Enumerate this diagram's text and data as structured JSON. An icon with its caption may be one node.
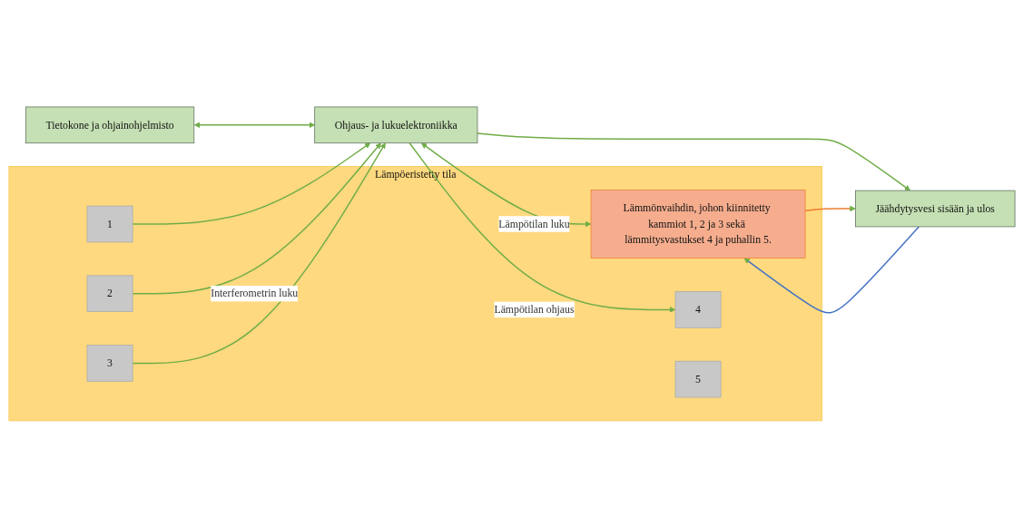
{
  "diagram": {
    "nodes": [
      {
        "text": [
          "Tietokone ja ohjainohjelmisto"
        ]
      },
      {
        "text": [
          "Ohjaus- ja lukuelektroniikka"
        ]
      },
      {
        "text": [
          "Lämpöeristetty tila"
        ]
      },
      {
        "text": [
          "1"
        ],
        "in": 2
      },
      {
        "text": [
          "2"
        ],
        "in": 2
      },
      {
        "text": [
          "3"
        ],
        "in": 2
      },
      {
        "text": [
          "Lämmönvaihdin, johon kiinnitetty kammiot 1, 2 ja 3 sekä lämmitysvastukset 4 ja puhallin 5."
        ],
        "in": 2
      },
      {
        "text": [
          "4"
        ],
        "in": 2
      },
      {
        "text": [
          "5"
        ],
        "in": 2
      },
      {
        "text": [
          "Jäähdytysvesi sisään ja ulos"
        ]
      }
    ],
    "edges": [
      {
        "from": 0,
        "to": 1,
        "arrow": "both"
      },
      {
        "from": 3,
        "to": 1,
        "arrow": "to"
      },
      {
        "from": 4,
        "to": 1,
        "arrow": "to",
        "label": "Interferometrin luku"
      },
      {
        "from": 5,
        "to": 1,
        "arrow": "to"
      },
      {
        "from": 1,
        "to": 6,
        "arrow": "both",
        "label": "Lämpötilan luku"
      },
      {
        "from": 1,
        "to": 7,
        "arrow": "to",
        "label": "Lämpötilan ohjaus"
      },
      {
        "from": 1,
        "to": 9,
        "arrow": "to"
      },
      {
        "from": 9,
        "to": 6,
        "arrow": "to",
        "color": "#4472c4"
      },
      {
        "from": 6,
        "to": 9,
        "arrow": "to",
        "color": "#ed7d31"
      }
    ]
  }
}
